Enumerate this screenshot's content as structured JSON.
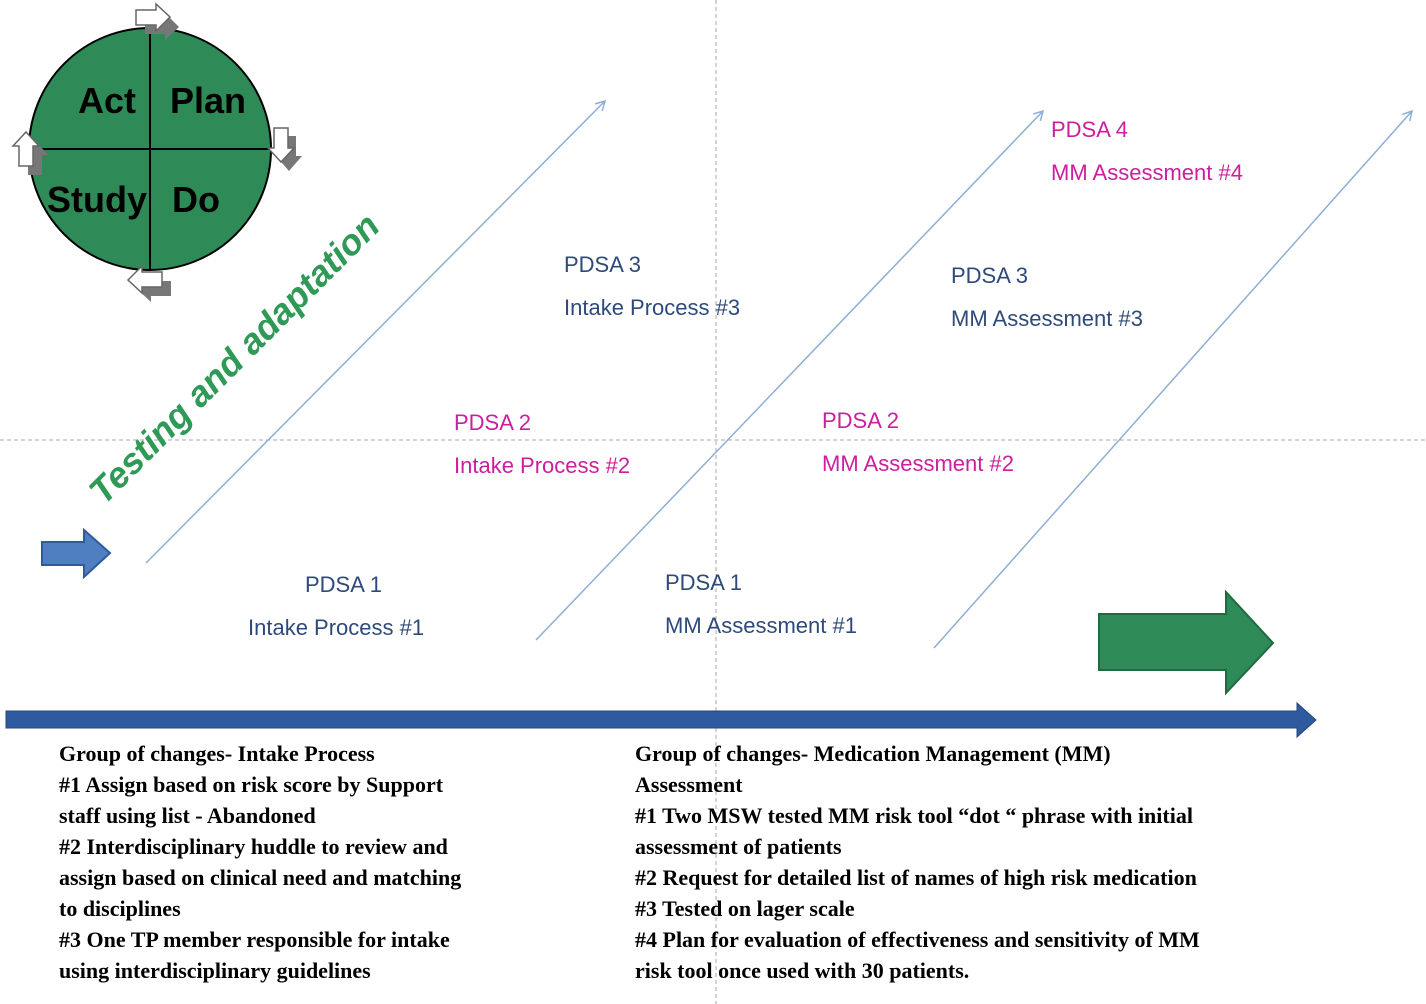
{
  "pdca": {
    "quadrants": [
      "Act",
      "Plan",
      "Study",
      "Do"
    ],
    "circle_color": "#2e8b57"
  },
  "testing_banner": {
    "text": "Testing and adaptation",
    "color": "#2e9a55"
  },
  "colors": {
    "navy": "#2e4a7a",
    "magenta": "#cc1f9e",
    "arrow_line": "#8eaed6",
    "timeline": "#2f5aa0",
    "green_arrow": "#2e8b57"
  },
  "cycles": [
    {
      "id": "pdsa1-intake",
      "title": "PDSA  1",
      "subtitle": "Intake Process #1",
      "color": "navy"
    },
    {
      "id": "pdsa2-intake",
      "title": "PDSA 2",
      "subtitle": "Intake Process #2",
      "color": "magenta"
    },
    {
      "id": "pdsa3-intake",
      "title": "PDSA 3",
      "subtitle": "Intake Process #3",
      "color": "navy"
    },
    {
      "id": "pdsa1-mm",
      "title": "PDSA 1",
      "subtitle": "MM Assessment #1",
      "color": "navy"
    },
    {
      "id": "pdsa2-mm",
      "title": "PDSA 2",
      "subtitle": "MM Assessment #2",
      "color": "magenta"
    },
    {
      "id": "pdsa3-mm",
      "title": "PDSA 3",
      "subtitle": "MM Assessment #3",
      "color": "navy"
    },
    {
      "id": "pdsa4-mm",
      "title": "PDSA 4",
      "subtitle": "MM Assessment #4",
      "color": "magenta"
    }
  ],
  "notes_left": [
    "Group  of changes- Intake Process",
    "#1 Assign based on risk score by Support",
    "staff using list - Abandoned",
    "#2 Interdisciplinary  huddle  to review and",
    "assign based on clinical  need and matching",
    "to disciplines",
    "#3 One TP member  responsible for intake",
    "using interdisciplinary  guidelines"
  ],
  "notes_right": [
    "Group  of changes- Medication Management (MM)",
    "Assessment",
    "#1 Two  MSW tested  MM risk tool “dot “ phrase with  initial",
    "assessment of patients",
    "#2 Request for detailed list of names of high  risk medication",
    "#3 Tested on lager scale",
    "#4 Plan  for evaluation of effectiveness and sensitivity of MM",
    "risk tool once used with  30 patients."
  ]
}
